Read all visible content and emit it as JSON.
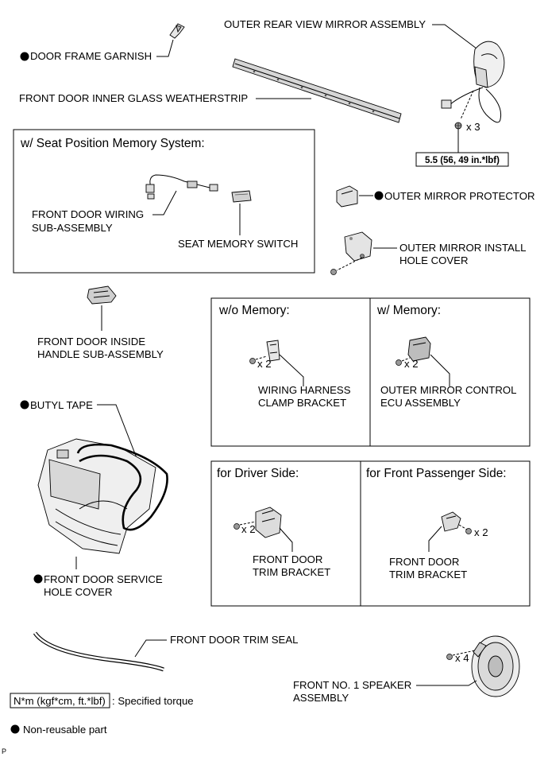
{
  "parts": {
    "door_frame_garnish": "DOOR FRAME GARNISH",
    "outer_rear_view_mirror": "OUTER REAR VIEW MIRROR ASSEMBLY",
    "inner_glass_weatherstrip": "FRONT DOOR INNER GLASS WEATHERSTRIP",
    "mirror_screw_qty": "x 3",
    "mirror_torque": "5.5 (56, 49 in.*lbf)",
    "wiring_line1": "FRONT DOOR WIRING",
    "wiring_line2": "SUB-ASSEMBLY",
    "seat_memory_switch": "SEAT MEMORY SWITCH",
    "outer_mirror_protector": "OUTER MIRROR PROTECTOR",
    "install_cover_line1": "OUTER MIRROR INSTALL",
    "install_cover_line2": "HOLE COVER",
    "inside_handle_line1": "FRONT DOOR INSIDE",
    "inside_handle_line2": "HANDLE SUB-ASSEMBLY",
    "clamp_qty": "x 2",
    "clamp_line1": "WIRING HARNESS",
    "clamp_line2": "CLAMP BRACKET",
    "ecu_qty": "x 2",
    "ecu_line1": "OUTER MIRROR CONTROL",
    "ecu_line2": "ECU ASSEMBLY",
    "butyl_tape": "BUTYL TAPE",
    "service_cover_line1": "FRONT DOOR SERVICE",
    "service_cover_line2": "HOLE COVER",
    "driver_bracket_qty": "x 2",
    "driver_bracket_line1": "FRONT DOOR",
    "driver_bracket_line2": "TRIM BRACKET",
    "pass_bracket_qty": "x 2",
    "pass_bracket_line1": "FRONT DOOR",
    "pass_bracket_line2": "TRIM BRACKET",
    "trim_seal": "FRONT DOOR TRIM SEAL",
    "speaker_qty": "x 4",
    "speaker_line1": "FRONT NO. 1 SPEAKER",
    "speaker_line2": "ASSEMBLY"
  },
  "panels": {
    "seat_memory": "w/ Seat Position Memory System:",
    "wo_memory": "w/o Memory:",
    "w_memory": "w/ Memory:",
    "driver_side": "for Driver Side:",
    "passenger_side": "for Front Passenger Side:"
  },
  "legend": {
    "torque_units": "N*m (kgf*cm, ft.*lbf)",
    "torque_desc": ": Specified torque",
    "nonreusable": "Non-reusable part"
  },
  "corner_code": "P"
}
